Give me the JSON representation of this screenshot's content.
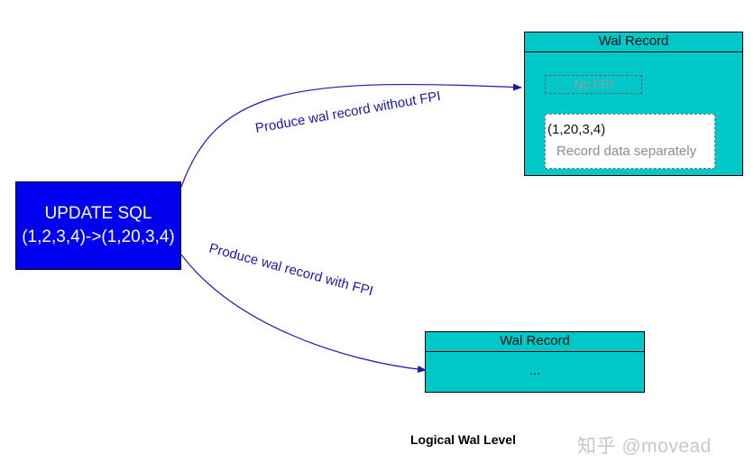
{
  "source_node": {
    "line1": "UPDATE SQL",
    "line2": "(1,2,3,4)->(1,20,3,4)"
  },
  "wal_record_top": {
    "title": "Wal Record",
    "fpi_label": "No FPI",
    "tuple": "(1,20,3,4)",
    "note": "Record data separately"
  },
  "wal_record_bottom": {
    "title": "Wal Record",
    "content": "..."
  },
  "edges": {
    "top_label": "Produce wal record without FPI",
    "bottom_label": "Produce wal record with FPI"
  },
  "caption": "Logical Wal Level",
  "watermark": "知乎 @movead",
  "colors": {
    "source_fill": "#0000ee",
    "record_fill": "#00c8c8",
    "edge": "#1a1aa8"
  }
}
